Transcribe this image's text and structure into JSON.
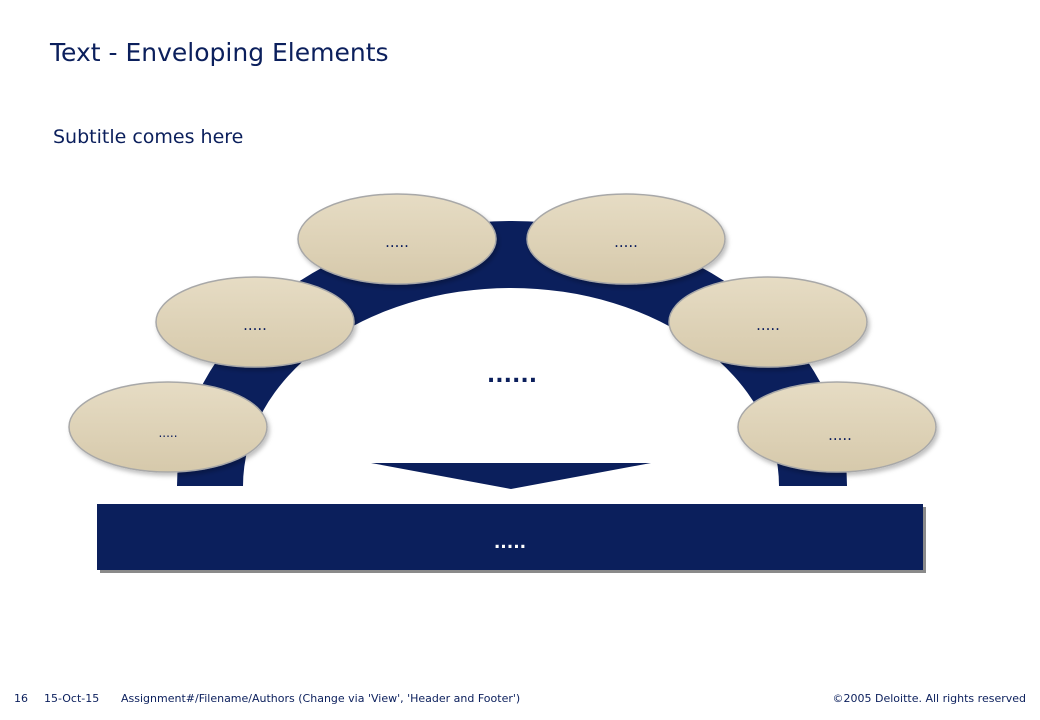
{
  "slide": {
    "title": "Text - Enveloping Elements",
    "subtitle": "Subtitle comes here"
  },
  "diagram": {
    "center_label": "......",
    "base_label": ".....",
    "nodes": [
      {
        "label": "....."
      },
      {
        "label": "....."
      },
      {
        "label": "....."
      },
      {
        "label": "....."
      },
      {
        "label": "....."
      },
      {
        "label": "....."
      }
    ],
    "colors": {
      "navy": "#0b1f5c",
      "ellipse_fill": "#ddd2b7",
      "ellipse_edge": "#a8a8a8"
    }
  },
  "footer": {
    "page_number": "16",
    "date": "15-Oct-15",
    "file_info": "Assignment#/Filename/Authors (Change via 'View', 'Header and Footer')",
    "copyright": "©2005 Deloitte. All rights reserved"
  }
}
